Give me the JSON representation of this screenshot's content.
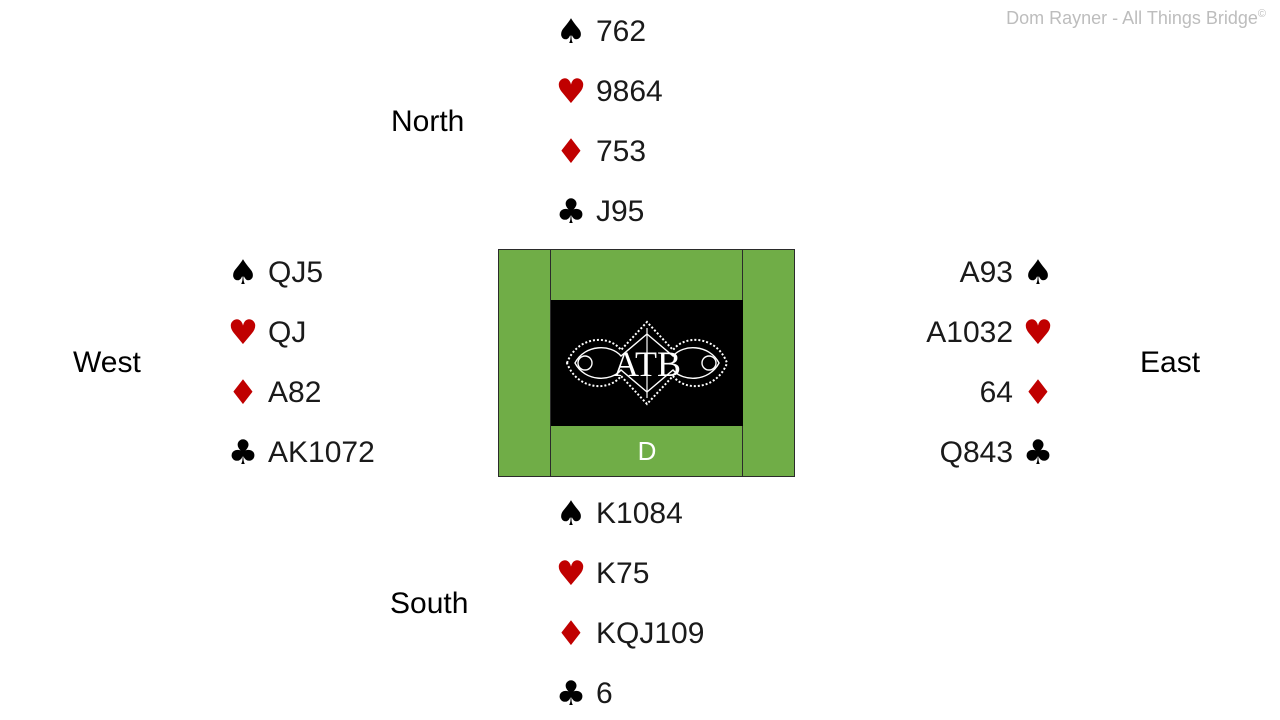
{
  "credit": "Dom Rayner  - All Things Bridge",
  "credit_mark": "©",
  "seats": {
    "north": "North",
    "south": "South",
    "west": "West",
    "east": "East"
  },
  "hands": {
    "north": {
      "spades": "762",
      "hearts": "9864",
      "diamonds": "753",
      "clubs": "J95"
    },
    "south": {
      "spades": "K1084",
      "hearts": "K75",
      "diamonds": "KQJ109",
      "clubs": "6"
    },
    "west": {
      "spades": "QJ5",
      "hearts": "QJ",
      "diamonds": "A82",
      "clubs": "AK1072"
    },
    "east": {
      "spades": "A93",
      "hearts": "A1032",
      "diamonds": "64",
      "clubs": "Q843"
    }
  },
  "suit_symbols": {
    "spades": "♠",
    "hearts": "♥",
    "diamonds": "♦",
    "clubs": "♣"
  },
  "dealer": "D",
  "logo": {
    "text": "ATB"
  },
  "colors": {
    "table_green": "#70ad47",
    "red_suit": "#c00000",
    "black_suit": "#000000",
    "credit_grey": "#bdbdbd"
  }
}
